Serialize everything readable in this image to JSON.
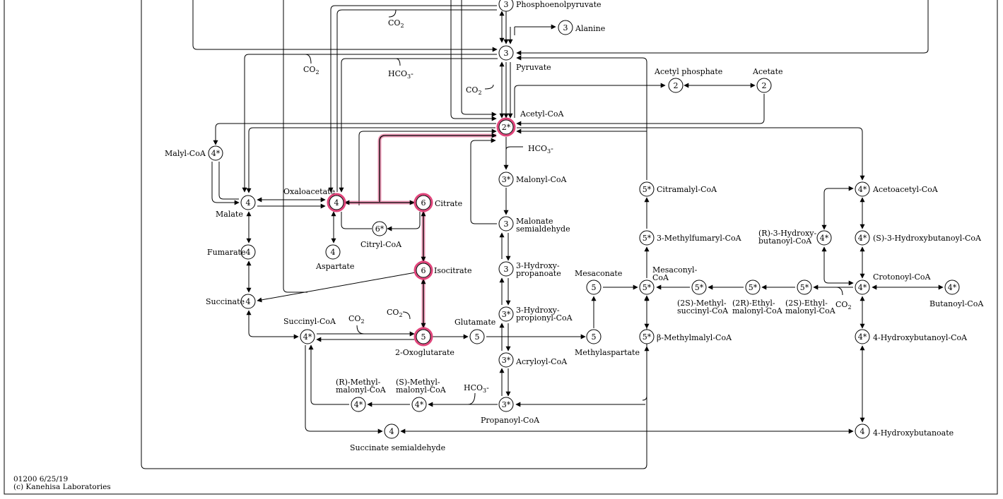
{
  "map": {
    "id_date": "01200 6/25/19",
    "copyright": "(c) Kanehisa Laboratories",
    "highlight_color": "#e0457b",
    "line_color": "#000000"
  },
  "nodes": [
    {
      "id": "pep",
      "label": "3"
    },
    {
      "id": "alanine",
      "label": "3"
    },
    {
      "id": "pyruvate",
      "label": "3"
    },
    {
      "id": "acetylphosphate",
      "label": "2"
    },
    {
      "id": "acetate",
      "label": "2"
    },
    {
      "id": "acetylcoa",
      "label": "2*"
    },
    {
      "id": "malylcoa",
      "label": "4*"
    },
    {
      "id": "malonylcoa",
      "label": "3*"
    },
    {
      "id": "citramalylcoa",
      "label": "5*"
    },
    {
      "id": "acetoacetylcoa",
      "label": "4*"
    },
    {
      "id": "malate",
      "label": "4"
    },
    {
      "id": "oxaloacetate",
      "label": "4"
    },
    {
      "id": "citrate",
      "label": "6"
    },
    {
      "id": "citrylcoa",
      "label": "6*"
    },
    {
      "id": "malonatesemialdehyde",
      "label": "3"
    },
    {
      "id": "methylfumarylcoa",
      "label": "5*"
    },
    {
      "id": "r3hydroxybutanoylcoa",
      "label": "4*"
    },
    {
      "id": "s3hydroxybutanoylcoa",
      "label": "4*"
    },
    {
      "id": "fumarate",
      "label": "4"
    },
    {
      "id": "aspartate",
      "label": "4"
    },
    {
      "id": "isocitrate",
      "label": "6"
    },
    {
      "id": "hydroxypropanoate",
      "label": "3"
    },
    {
      "id": "mesaconate",
      "label": "5"
    },
    {
      "id": "mesaconylcoa",
      "label": "5*"
    },
    {
      "id": "methylsuccinylcoa",
      "label": "5*"
    },
    {
      "id": "ethylmalonylcoa2r",
      "label": "5*"
    },
    {
      "id": "ethylmalonylcoa2s",
      "label": "5*"
    },
    {
      "id": "crotonoylcoa",
      "label": "4*"
    },
    {
      "id": "butanoylcoa",
      "label": "4*"
    },
    {
      "id": "succinate",
      "label": "4"
    },
    {
      "id": "hydroxypropionylcoa",
      "label": "3*"
    },
    {
      "id": "succinylcoa",
      "label": "4*"
    },
    {
      "id": "oxoglutarate",
      "label": "5"
    },
    {
      "id": "glutamate",
      "label": "5"
    },
    {
      "id": "methylaspartate",
      "label": "5"
    },
    {
      "id": "methylmalylcoa",
      "label": "5*"
    },
    {
      "id": "hydroxybutanoylcoa",
      "label": "4*"
    },
    {
      "id": "acryloylcoa",
      "label": "3*"
    },
    {
      "id": "rmethylmalonylcoa",
      "label": "4*"
    },
    {
      "id": "smethylmalonylcoa",
      "label": "4*"
    },
    {
      "id": "propanoylcoa",
      "label": "3*"
    },
    {
      "id": "succinatesemialdehyde",
      "label": "4"
    },
    {
      "id": "hydroxybutanoate",
      "label": "4"
    }
  ],
  "labels": [
    {
      "id": "pep",
      "text": "Phosphoenolpyruvate"
    },
    {
      "id": "alanine",
      "text": "Alanine"
    },
    {
      "id": "pyruvate",
      "text": "Pyruvate"
    },
    {
      "id": "acetylphosphate",
      "text": "Acetyl phosphate"
    },
    {
      "id": "acetate",
      "text": "Acetate"
    },
    {
      "id": "acetylcoa",
      "text": "Acetyl-CoA"
    },
    {
      "id": "malylcoa",
      "text": "Malyl-CoA"
    },
    {
      "id": "malonylcoa",
      "text": "Malonyl-CoA"
    },
    {
      "id": "citramalylcoa",
      "text": "Citramalyl-CoA"
    },
    {
      "id": "acetoacetylcoa",
      "text": "Acetoacetyl-CoA"
    },
    {
      "id": "oxaloacetate",
      "text": "Oxaloacetate"
    },
    {
      "id": "citrate",
      "text": "Citrate"
    },
    {
      "id": "malate",
      "text": "Malate"
    },
    {
      "id": "malonatesemialdehyde1",
      "text": "Malonate"
    },
    {
      "id": "malonatesemialdehyde2",
      "text": "semialdehyde"
    },
    {
      "id": "methylfumarylcoa",
      "text": "3-Methylfumaryl-CoA"
    },
    {
      "id": "r3hb1",
      "text": "(R)-3-Hydroxy-"
    },
    {
      "id": "r3hb2",
      "text": "butanoyl-CoA"
    },
    {
      "id": "s3hb",
      "text": "(S)-3-Hydroxybutanoyl-CoA"
    },
    {
      "id": "citrylcoa",
      "text": "Citryl-CoA"
    },
    {
      "id": "fumarate",
      "text": "Fumarate"
    },
    {
      "id": "aspartate",
      "text": "Aspartate"
    },
    {
      "id": "isocitrate",
      "text": "Isocitrate"
    },
    {
      "id": "hp1",
      "text": "3-Hydroxy-"
    },
    {
      "id": "hp2",
      "text": "propanoate"
    },
    {
      "id": "mesaconate",
      "text": "Mesaconate"
    },
    {
      "id": "mesaconylcoa1",
      "text": "Mesaconyl-"
    },
    {
      "id": "mesaconylcoa2",
      "text": "CoA"
    },
    {
      "id": "crotonoylcoa",
      "text": "Crotonoyl-CoA"
    },
    {
      "id": "succinate",
      "text": "Succinate"
    },
    {
      "id": "ms1",
      "text": "(2S)-Methyl-"
    },
    {
      "id": "ms2",
      "text": "succinyl-CoA"
    },
    {
      "id": "em2r1",
      "text": "(2R)-Ethyl-"
    },
    {
      "id": "em2r2",
      "text": "malonyl-CoA"
    },
    {
      "id": "em2s1",
      "text": "(2S)-Ethyl-"
    },
    {
      "id": "em2s2",
      "text": "malonyl-CoA"
    },
    {
      "id": "butanoylcoa",
      "text": "Butanoyl-CoA"
    },
    {
      "id": "hpc1",
      "text": "3-Hydroxy-"
    },
    {
      "id": "hpc2",
      "text": "propionyl-CoA"
    },
    {
      "id": "succinylcoa",
      "text": "Succinyl-CoA"
    },
    {
      "id": "glutamate",
      "text": "Glutamate"
    },
    {
      "id": "oxoglutarate",
      "text": "2-Oxoglutarate"
    },
    {
      "id": "methylaspartate",
      "text": "Methylaspartate"
    },
    {
      "id": "methylmalylcoa",
      "text": "β-Methylmalyl-CoA"
    },
    {
      "id": "hydroxybutanoylcoa",
      "text": "4-Hydroxybutanoyl-CoA"
    },
    {
      "id": "acryloylcoa",
      "text": "Acryloyl-CoA"
    },
    {
      "id": "rmm1",
      "text": "(R)-Methyl-"
    },
    {
      "id": "rmm2",
      "text": "malonyl-CoA"
    },
    {
      "id": "smm1",
      "text": "(S)-Methyl-"
    },
    {
      "id": "smm2",
      "text": "malonyl-CoA"
    },
    {
      "id": "propanoylcoa",
      "text": "Propanoyl-CoA"
    },
    {
      "id": "succinatesemialdehyde",
      "text": "Succinate semialdehyde"
    },
    {
      "id": "hydroxybutanoate",
      "text": "4-Hydroxybutanoate"
    }
  ],
  "cofactors": [
    {
      "id": "co2_pep",
      "text": "CO2"
    },
    {
      "id": "co2_pyr",
      "text": "CO2"
    },
    {
      "id": "hco3_pyr",
      "text": "HCO3-"
    },
    {
      "id": "co2_acoa",
      "text": "CO2"
    },
    {
      "id": "hco3_acoa",
      "text": "HCO3-"
    },
    {
      "id": "co2_iso",
      "text": "CO2"
    },
    {
      "id": "co2_succ",
      "text": "CO2"
    },
    {
      "id": "co2_crot",
      "text": "CO2"
    },
    {
      "id": "hco3_prop",
      "text": "HCO3-"
    }
  ]
}
